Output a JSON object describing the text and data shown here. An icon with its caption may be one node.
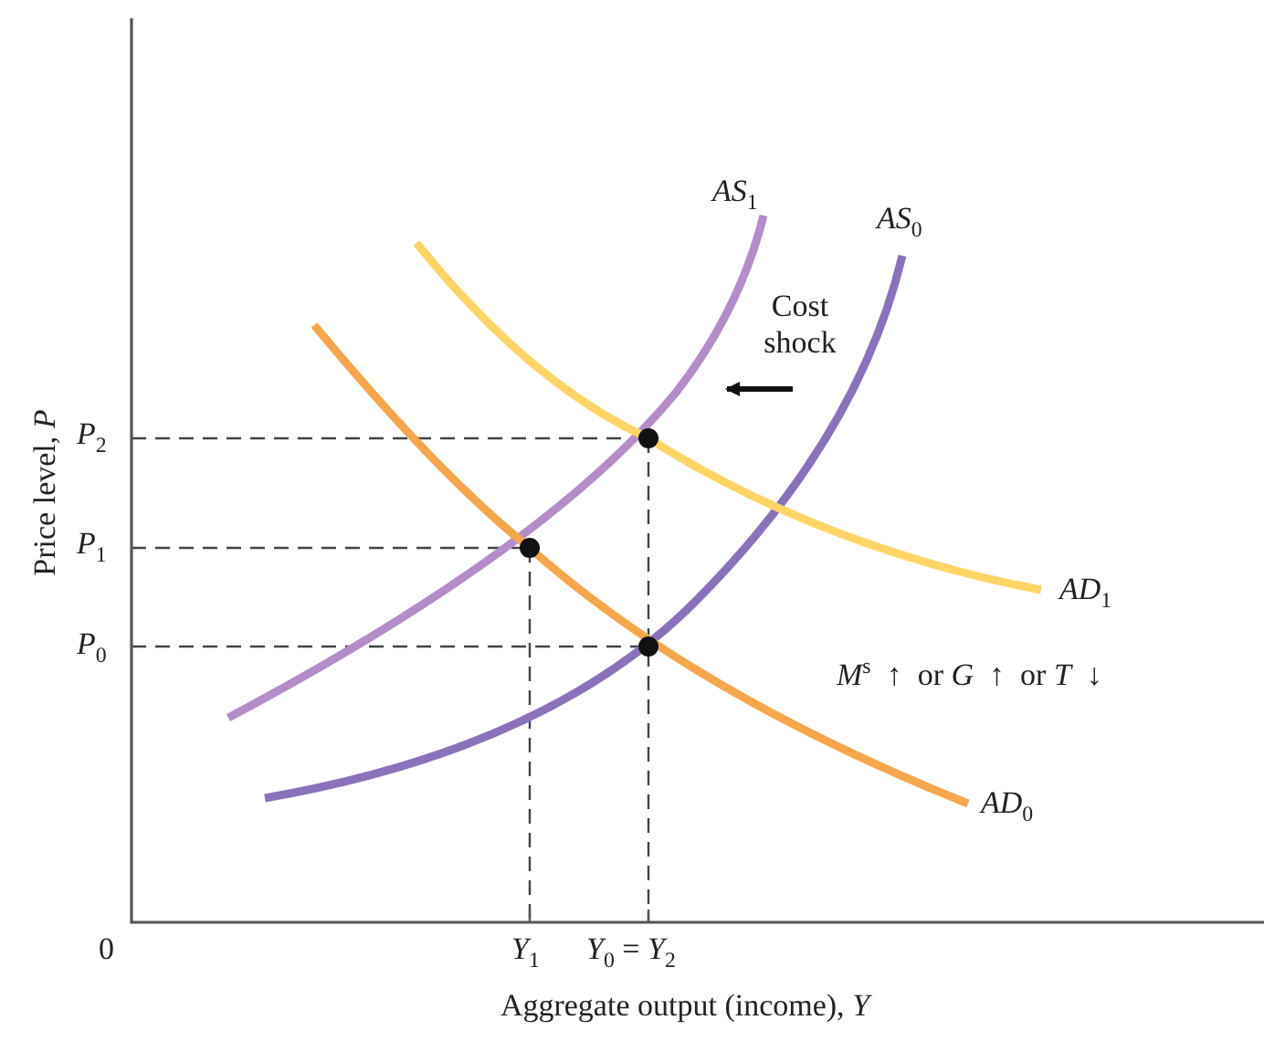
{
  "diagram": {
    "labels": [
      "Price level, *P*",
      "*P*$_{2}$",
      "*P*$_{1}$",
      "*P*$_{0}$",
      "0",
      "*Y*$_{1}$",
      "*Y*$_{0}$ = *Y*$_{2}$",
      "Aggregate output (income), *Y*",
      "*AS*$_{1}$",
      "*AS*$_{0}$",
      "Cost shock",
      "*AD*$_{1}$",
      "*M*$^{s}$  ↑  or *G*  ↑  or *T*  ↓",
      "*AD*$_{0}$"
    ]
  }
}
